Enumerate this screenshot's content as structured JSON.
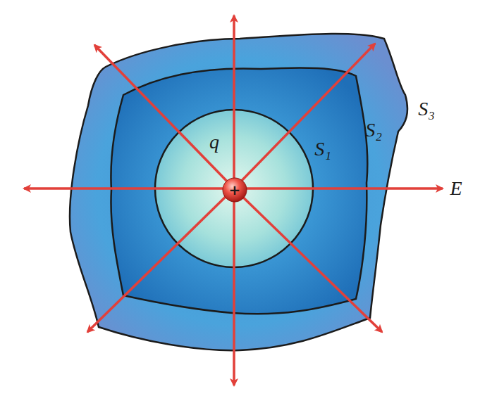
{
  "diagram": {
    "labels": [
      "q",
      "S₁",
      "S₂",
      "S₃",
      "E⃗",
      "+"
    ]
  }
}
